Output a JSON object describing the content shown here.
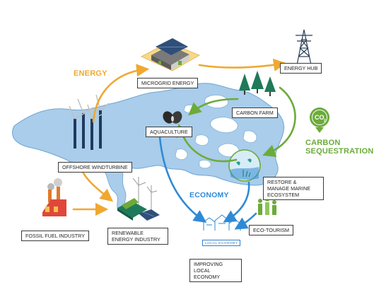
{
  "nodes": {
    "microgrid": "MICROGRID ENERGY",
    "energy_hub": "ENERGY HUB",
    "carbon_farm": "CARBON FARM",
    "aquaculture": "AQUACULTURE",
    "offshore": "OFFSHORE WINDTURBINE",
    "restore": "RESTORE & MANAGE MARINE ECOSYSTEM",
    "fossil": "FOSSIL FUEL INDUSTRY",
    "renewable": "RENEWABLE ENERGY INDUSTRY",
    "eco_tourism": "ECO-TOURISM",
    "local_economy": "IMPROVING LOCAL ECONOMY"
  },
  "headings": {
    "energy": "ENERGY",
    "economy": "ECONOMY",
    "carbon": "CARBON",
    "sequestration": "SEQUESTRATION"
  },
  "badges": {
    "co2": "CO",
    "co2_sub": "2",
    "local_economy_sign": "LOCAL ECONOMY"
  },
  "colors": {
    "energy": "#f0a830",
    "economy": "#2f8ad6",
    "carbon": "#6cab3a",
    "water": "#a9cdea",
    "water_edge": "#6fa5d3"
  }
}
